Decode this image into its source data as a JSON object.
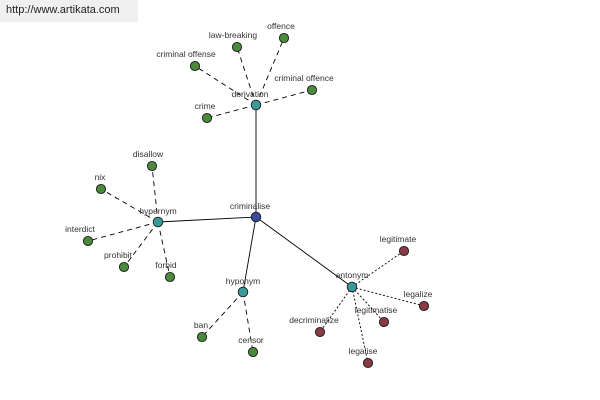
{
  "source_url": "http://www.artikata.com",
  "colors": {
    "center": "#3a4a9a",
    "relation": "#3a9a9a",
    "synonym": "#4a8a3a",
    "antonym_word": "#8a3a44",
    "edge": "#000000"
  },
  "nodes": {
    "criminalise": "criminalise",
    "derivation": "derivation",
    "hypernym": "hypernym",
    "hyponym": "hyponym",
    "antonym": "antonym",
    "offence": "offence",
    "law_breaking": "law-breaking",
    "criminal_offense": "criminal offense",
    "criminal_offence": "criminal offence",
    "crime": "crime",
    "disallow": "disallow",
    "nix": "nix",
    "interdict": "interdict",
    "prohibit": "prohibit",
    "forbid": "forbid",
    "ban": "ban",
    "censor": "censor",
    "legitimate": "legitimate",
    "legalize": "legalize",
    "legitimatise": "legitimatise",
    "decriminalize": "decriminalize",
    "legalise": "legalise"
  }
}
